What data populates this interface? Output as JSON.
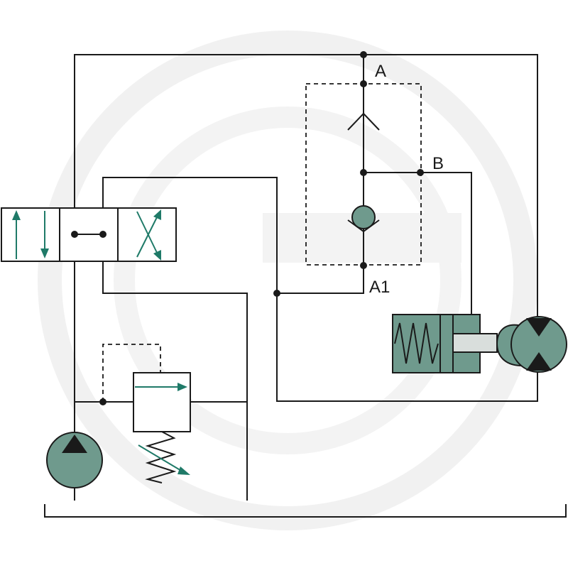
{
  "labels": {
    "port_a": "A",
    "port_b": "B",
    "port_a1": "A1"
  },
  "colors": {
    "line": "#1a1a1a",
    "component_fill": "#6f9a8d",
    "arrow_accent": "#1f7a68",
    "background": "#ffffff",
    "watermark": "#f0f0f0"
  },
  "icons": {
    "pump": "hydraulic-pump-icon",
    "motor": "hydraulic-motor-icon",
    "cylinder": "spring-return-cylinder-icon",
    "directional_valve": "three-position-directional-valve-icon",
    "relief_valve": "pressure-relief-valve-icon",
    "check_valve": "check-valve-icon"
  }
}
